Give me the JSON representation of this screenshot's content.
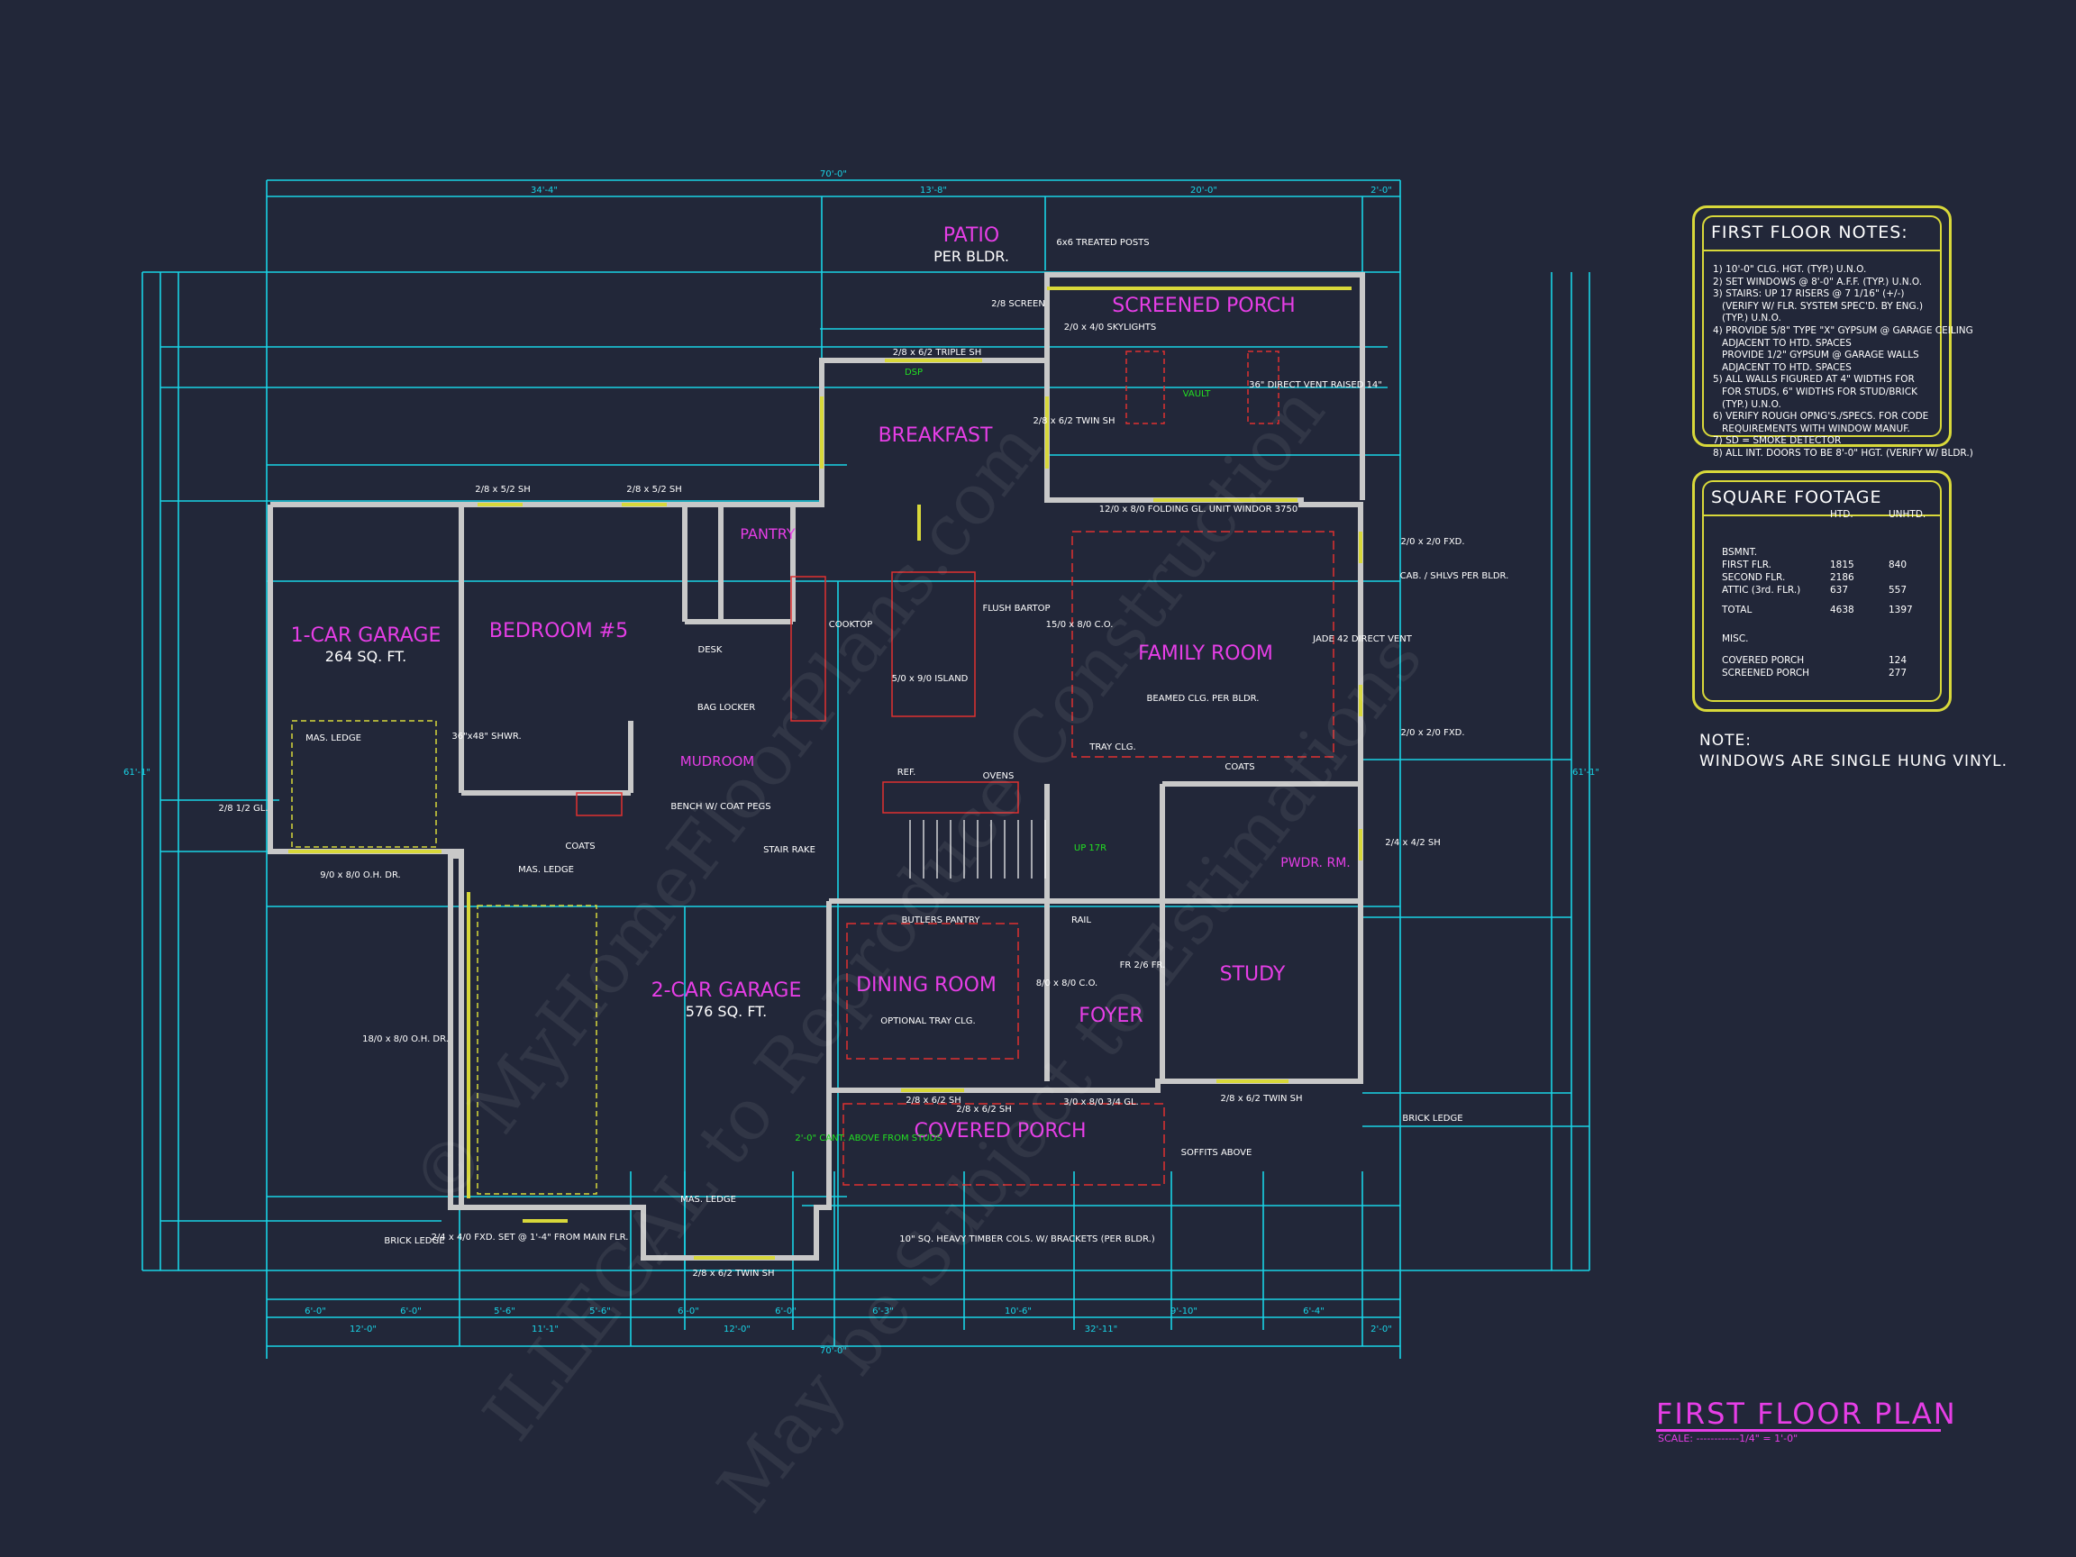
{
  "plan_title": "FIRST FLOOR PLAN",
  "scale": "SCALE: ------------1/4\" = 1'-0\"",
  "watermarks": [
    "© MyHomeFloorPlans.com",
    "ILLEGAL to Reproduce Construction",
    "May be Subject to Estimations"
  ],
  "colors": {
    "background": "#222739",
    "dimension": "#19d4e6",
    "wall": "#c8c8c8",
    "room_label": "#e63ee6",
    "window": "#d8d83a",
    "cabinet": "#e03030",
    "annotation": "#ffffff",
    "green_note": "#22e022"
  },
  "notes": {
    "title": "FIRST FLOOR NOTES:",
    "items": [
      "1) 10'-0\" CLG. HGT. (TYP.) U.N.O.",
      "2) SET WINDOWS @ 8'-0\" A.F.F. (TYP.) U.N.O.",
      "3) STAIRS: UP 17 RISERS @ 7 1/16\" (+/-)",
      "   (VERIFY W/ FLR. SYSTEM SPEC'D. BY ENG.)",
      "   (TYP.) U.N.O.",
      "4) PROVIDE 5/8\" TYPE \"X\" GYPSUM @ GARAGE CEILING",
      "   ADJACENT TO HTD. SPACES",
      "   PROVIDE 1/2\" GYPSUM @ GARAGE WALLS",
      "   ADJACENT TO HTD. SPACES",
      "5) ALL WALLS FIGURED AT 4\" WIDTHS FOR",
      "   FOR STUDS, 6\" WIDTHS FOR STUD/BRICK",
      "   (TYP.) U.N.O.",
      "6) VERIFY ROUGH OPNG'S./SPECS. FOR CODE",
      "   REQUIREMENTS WITH WINDOW MANUF.",
      "7) SD = SMOKE DETECTOR",
      "8) ALL INT. DOORS TO BE 8'-0\" HGT. (VERIFY W/ BLDR.)"
    ]
  },
  "square_footage": {
    "title": "SQUARE FOOTAGE",
    "col_htd": "HTD.",
    "col_unhtd": "UNHTD.",
    "rows": [
      {
        "label": "BSMNT.",
        "htd": "",
        "unhtd": ""
      },
      {
        "label": "FIRST FLR.",
        "htd": "1815",
        "unhtd": "840"
      },
      {
        "label": "SECOND FLR.",
        "htd": "2186",
        "unhtd": ""
      },
      {
        "label": "ATTIC (3rd. FLR.)",
        "htd": "637",
        "unhtd": "557"
      },
      {
        "label": "TOTAL",
        "htd": "4638",
        "unhtd": "1397"
      },
      {
        "label": "MISC.",
        "htd": "",
        "unhtd": ""
      },
      {
        "label": "COVERED PORCH",
        "htd": "",
        "unhtd": "124"
      },
      {
        "label": "SCREENED PORCH",
        "htd": "",
        "unhtd": "277"
      }
    ]
  },
  "window_note": {
    "label": "NOTE:",
    "text": "WINDOWS ARE SINGLE HUNG VINYL."
  },
  "rooms": [
    {
      "name": "PATIO",
      "sub": "PER BLDR."
    },
    {
      "name": "SCREENED PORCH",
      "sub": ""
    },
    {
      "name": "BREAKFAST",
      "sub": ""
    },
    {
      "name": "1-CAR GARAGE",
      "sub": "264 SQ. FT."
    },
    {
      "name": "BEDROOM #5",
      "sub": ""
    },
    {
      "name": "PANTRY",
      "sub": ""
    },
    {
      "name": "FAMILY ROOM",
      "sub": ""
    },
    {
      "name": "MUDROOM",
      "sub": ""
    },
    {
      "name": "2-CAR GARAGE",
      "sub": "576 SQ. FT."
    },
    {
      "name": "DINING ROOM",
      "sub": ""
    },
    {
      "name": "FOYER",
      "sub": ""
    },
    {
      "name": "STUDY",
      "sub": ""
    },
    {
      "name": "PWDR. RM.",
      "sub": ""
    },
    {
      "name": "COVERED PORCH",
      "sub": ""
    }
  ],
  "dimensions": {
    "top_overall": "70'-0\"",
    "top_segments": [
      "34'-4\"",
      "13'-8\"",
      "20'-0\"",
      "2'-0\""
    ],
    "bottom_overall": "70'-0\"",
    "bottom_a": [
      "6'-0\"",
      "6'-0\"",
      "5'-6\"",
      "5'-6\"",
      "6'-0\"",
      "6'-0\"",
      "6'-3\"",
      "10'-6\"",
      "9'-10\"",
      "6'-4\""
    ],
    "bottom_b": [
      "12'-0\"",
      "11'-1\"",
      "12'-0\"",
      "32'-11\"",
      "2'-0\""
    ],
    "left_overall": "61'-1\"",
    "right_overall": "61'-1\""
  },
  "annotations": {
    "posts": "6x6 TREATED POSTS",
    "screen_door": "2/8 SCREEN",
    "skylights": "2/0 x 4/0 SKYLIGHTS",
    "fireplace": "36\" DIRECT VENT RAISED 14\"",
    "triple_sh": "2/8 x 6/2 TRIPLE SH",
    "twin_sh_top": "2/8 x 6/2 TWIN SH",
    "folding": "12/0 x 8/0 FOLDING GL. UNIT WINDOR 3750",
    "fxd_1": "2/0 x 2/0 FXD.",
    "fxd_2": "2/0 x 2/0 FXD.",
    "cab_shlvs": "CAB. / SHLVS PER BLDR.",
    "jade": "JADE 42 DIRECT VENT",
    "beamed": "BEAMED CLG. PER BLDR.",
    "tray": "TRAY CLG.",
    "coats_1": "COATS",
    "coats_2": "COATS",
    "flush_bartop": "FLUSH BARTOP",
    "island": "5/0 x 9/0 ISLAND",
    "cooktop": "COOKTOP",
    "bag_locker": "BAG LOCKER",
    "desk": "DESK",
    "bench": "BENCH W/ COAT PEGS",
    "stair_rake": "STAIR RAKE",
    "butlers": "BUTLERS PANTRY",
    "optional_tray": "OPTIONAL TRAY CLG.",
    "rail": "RAIL",
    "ref": "REF.",
    "ovens": "OVENS",
    "mas_ledge_1": "MAS. LEDGE",
    "mas_ledge_2": "MAS. LEDGE",
    "mas_ledge_3": "MAS. LEDGE",
    "brick_ledge_1": "BRICK LEDGE",
    "brick_ledge_2": "BRICK LEDGE",
    "door_1car": "9/0 x 8/0 O.H. DR.",
    "door_2car": "18/0 x 8/0 O.H. DR.",
    "door_gl": "2/8 1/2 GL.",
    "fxd_set": "2/4 x 4/0 FXD. SET @ 1'-4\" FROM MAIN FLR.",
    "twin_sh_bot": "2/8 x 6/2 TWIN SH",
    "twin_sh_study": "2/8 x 6/2 TWIN SH",
    "sh_porch_1": "2/8 x 6/2 SH",
    "sh_porch_2": "2/8 x 6/2 SH",
    "door_foyer": "3/0 x 8/0 3/4 GL.",
    "soffits": "SOFFITS ABOVE",
    "timber": "10\" SQ. HEAVY TIMBER COLS. W/ BRACKETS (PER BLDR.)",
    "cant": "2'-0\" CANT. ABOVE FROM STUDS",
    "shwr": "36\"x48\" SHWR.",
    "sh_bed_1": "2/8 x 5/2 SH",
    "sh_bed_2": "2/8 x 5/2 SH",
    "sh_pwdr": "2/4 x 4/2 SH",
    "fr_door": "FR 2/6 FR.",
    "co_family": "15/0 x 8/0 C.O.",
    "co_dining": "8/0 x 8/0 C.O.",
    "vault": "VAULT",
    "dsp": "DSP",
    "up": "UP 17R"
  }
}
